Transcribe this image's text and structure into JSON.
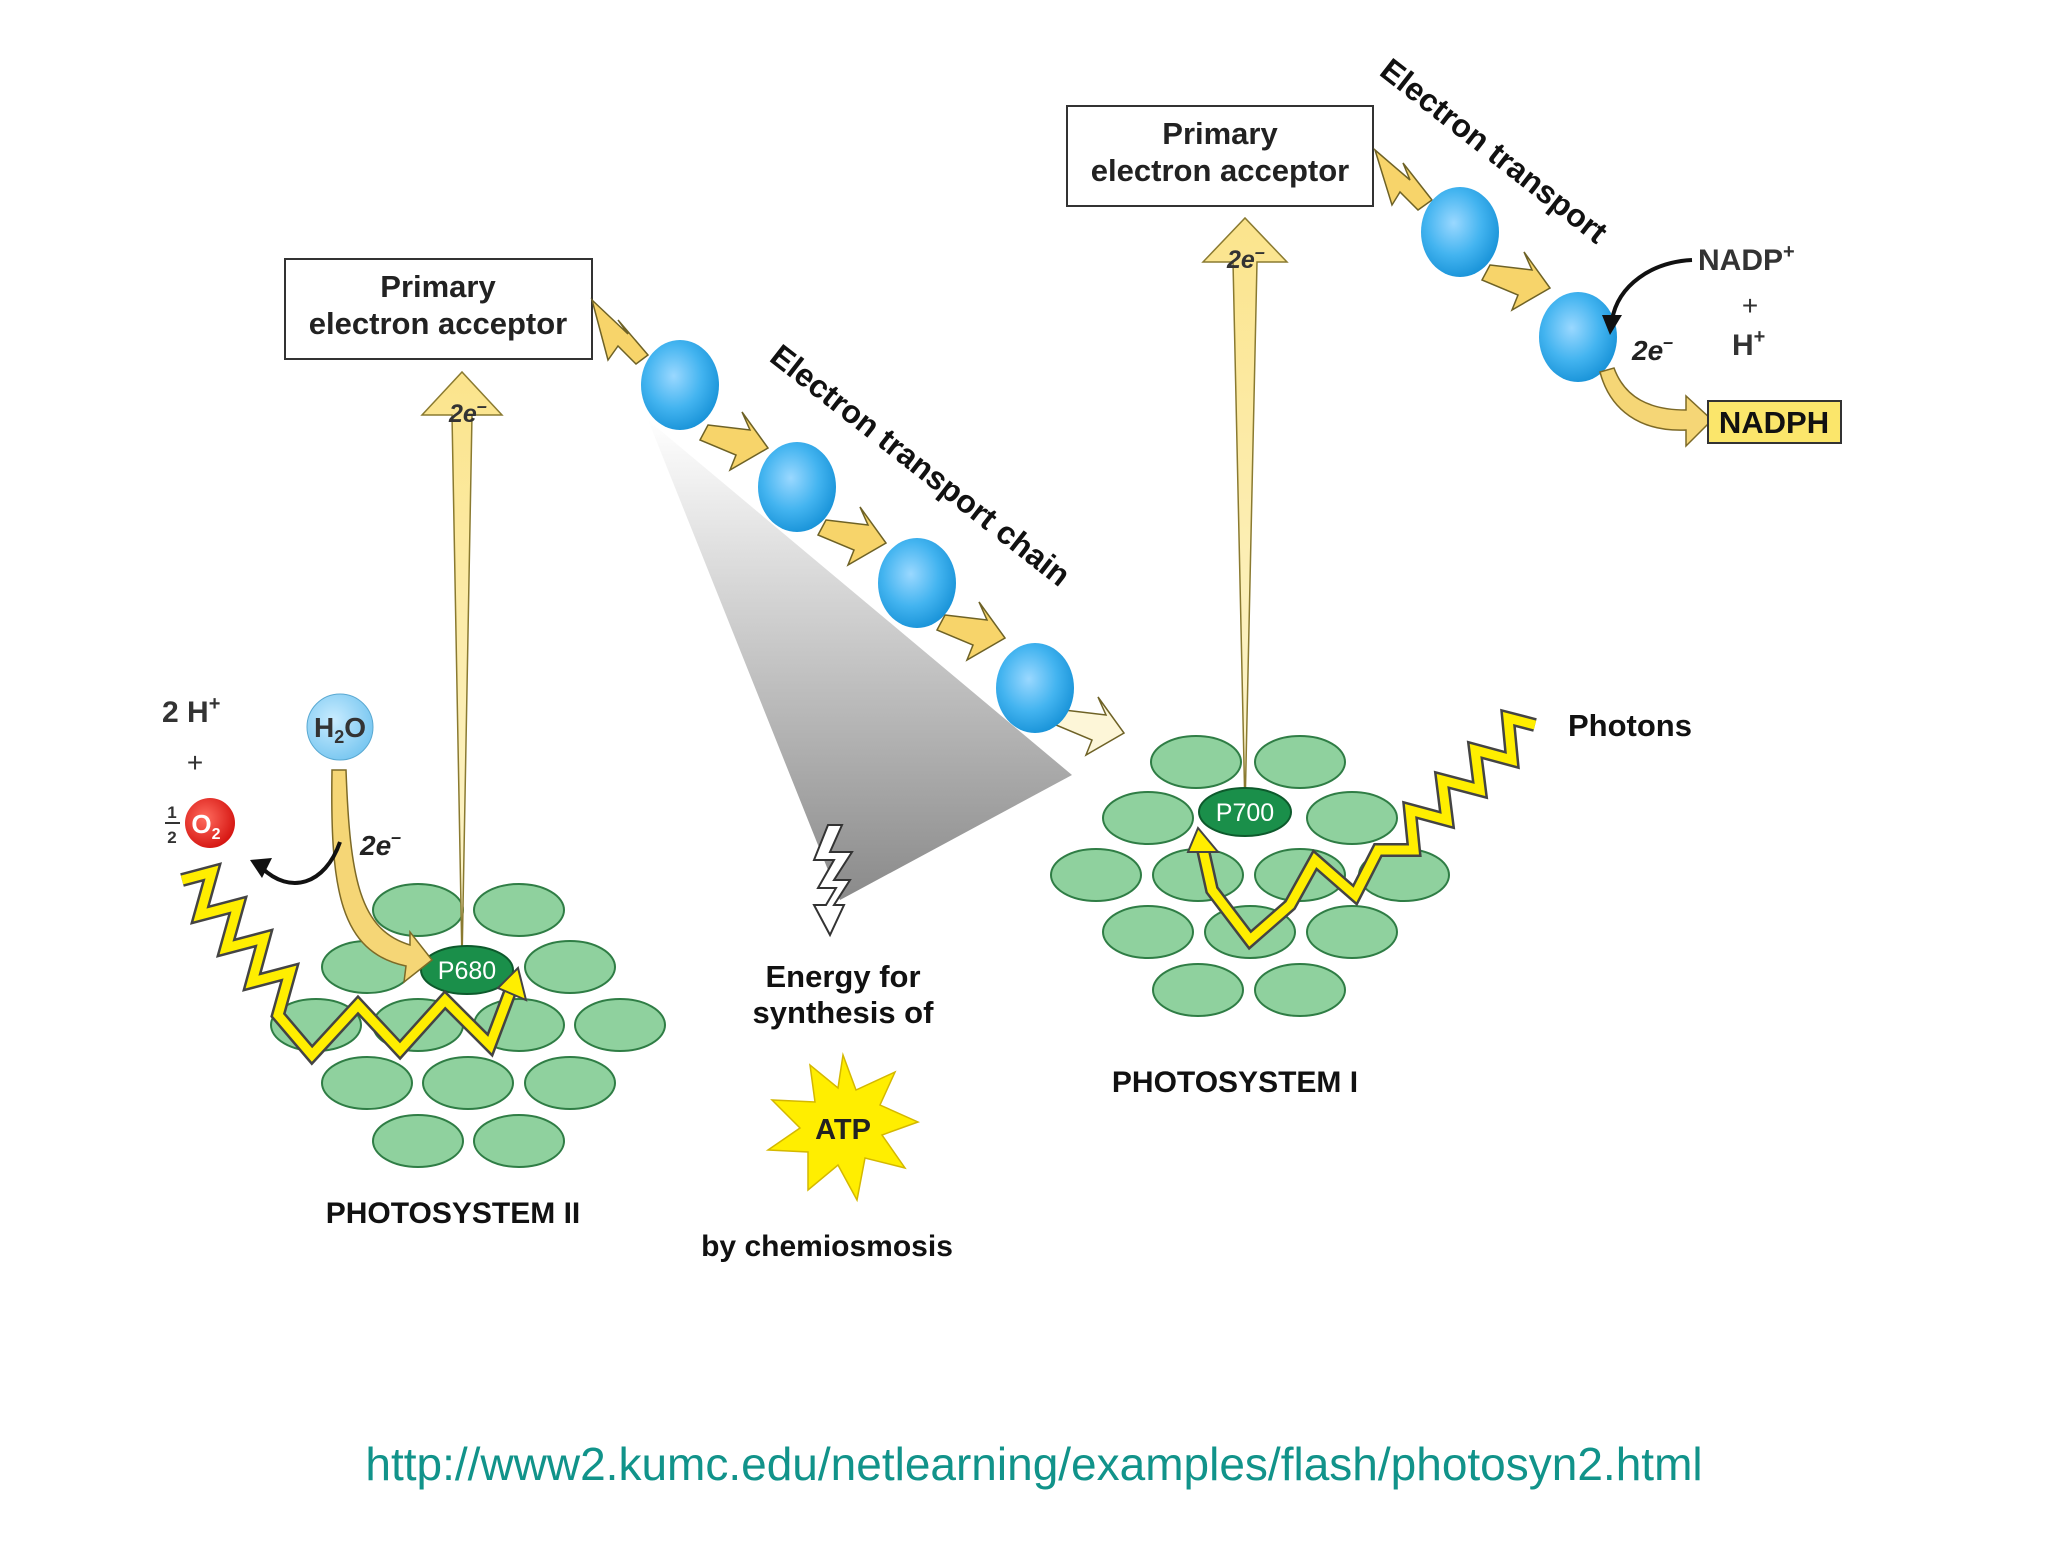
{
  "ps2": {
    "acceptor_line1": "Primary",
    "acceptor_line2": "electron acceptor",
    "electrons": "2e",
    "center": "P680",
    "label": "PHOTOSYSTEM II",
    "water_h": "H",
    "water_2": "2",
    "water_o": "O",
    "water_electrons": "2e",
    "proton_count": "2 H",
    "plus": "+",
    "half_num": "1",
    "half_den": "2",
    "oxygen_o": "O",
    "oxygen_2": "2",
    "superscript_plus": "+",
    "superscript_minus": "–"
  },
  "etc": {
    "label": "Electron transport chain",
    "energy_line1": "Energy for",
    "energy_line2": "synthesis of",
    "atp": "ATP",
    "chemiosmosis": "by chemiosmosis"
  },
  "ps1": {
    "acceptor_line1": "Primary",
    "acceptor_line2": "electron acceptor",
    "electrons": "2e",
    "center": "P700",
    "label": "PHOTOSYSTEM I",
    "photons": "Photons",
    "transport_label": "Electron transport",
    "nadp": "NADP",
    "plus": "+",
    "h": "H",
    "nadph_electrons": "2e",
    "nadph": "NADPH"
  },
  "footer": {
    "url": "http://www2.kumc.edu/netlearning/examples/flash/photosyn2.html"
  },
  "colors": {
    "antenna_green": "#8fd19e",
    "center_green": "#1a8f4a",
    "carrier_blue": "#33aaee",
    "beam_yellow": "#f8df86",
    "zigzag_yellow": "#ffee00",
    "url_teal": "#11938a",
    "oxygen_red": "#e8211f",
    "water_blue": "#8fd2f4"
  }
}
